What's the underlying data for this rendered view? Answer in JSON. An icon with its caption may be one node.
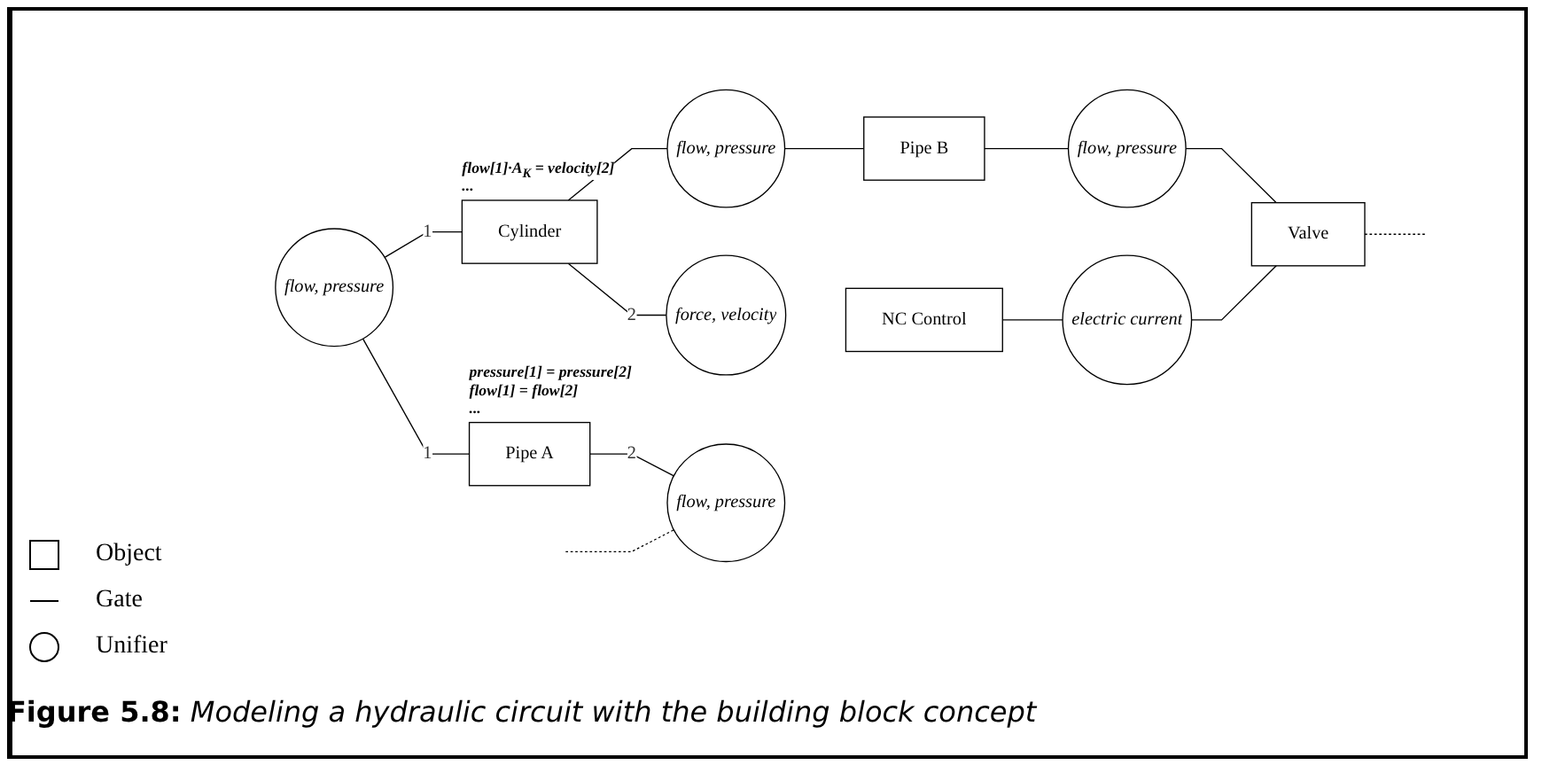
{
  "diagram": {
    "caption": "**Figure 5.8:** *Modeling a hydraulic circuit with the building block concept*",
    "nodes": [
      {
        "text": [
          "flow, pressure"
        ]
      },
      {
        "text": [
          "Cylinder"
        ],
        "beside": [
          "flow[1]·A$_{K}$ = velocity[2]",
          "..."
        ]
      },
      {
        "text": [
          "flow, pressure"
        ]
      },
      {
        "text": [
          "Pipe B"
        ]
      },
      {
        "text": [
          "Pipe A"
        ],
        "beside": [
          "pressure[1] = pressure[2]",
          "flow[1] = flow[2]",
          "..."
        ]
      },
      {
        "text": [
          "force, velocity"
        ]
      },
      {
        "text": [
          "flow, pressure"
        ]
      },
      {
        "text": [
          "flow, pressure"
        ]
      },
      {
        "text": [
          "NC Control"
        ]
      },
      {
        "text": [
          "electric current"
        ]
      },
      {
        "text": [
          "Valve"
        ]
      }
    ],
    "edges": [
      {
        "from": 0,
        "to": 1,
        "arrow": "none",
        "label": "1"
      },
      {
        "from": 1,
        "to": 2,
        "arrow": "none"
      },
      {
        "from": 2,
        "to": 3,
        "arrow": "none"
      },
      {
        "from": 0,
        "to": 4,
        "arrow": "none",
        "label": "1"
      },
      {
        "from": 1,
        "to": 5,
        "arrow": "none",
        "label": "2"
      },
      {
        "from": 3,
        "to": 6,
        "arrow": "none"
      },
      {
        "from": 4,
        "to": 7,
        "arrow": "none",
        "label": "2"
      },
      {
        "from": 6,
        "to": 10,
        "arrow": "none"
      },
      {
        "from": null,
        "to": 7,
        "arrow": "none",
        "style": "dashed"
      },
      {
        "from": 8,
        "to": 9,
        "arrow": "none"
      },
      {
        "from": 9,
        "to": 10,
        "arrow": "none"
      },
      {
        "from": 10,
        "to": null,
        "arrow": "none",
        "style": "dashed"
      }
    ],
    "legend": [
      {
        "text": "Object"
      },
      {
        "text": "Gate"
      },
      {
        "text": "Unifier"
      }
    ]
  }
}
